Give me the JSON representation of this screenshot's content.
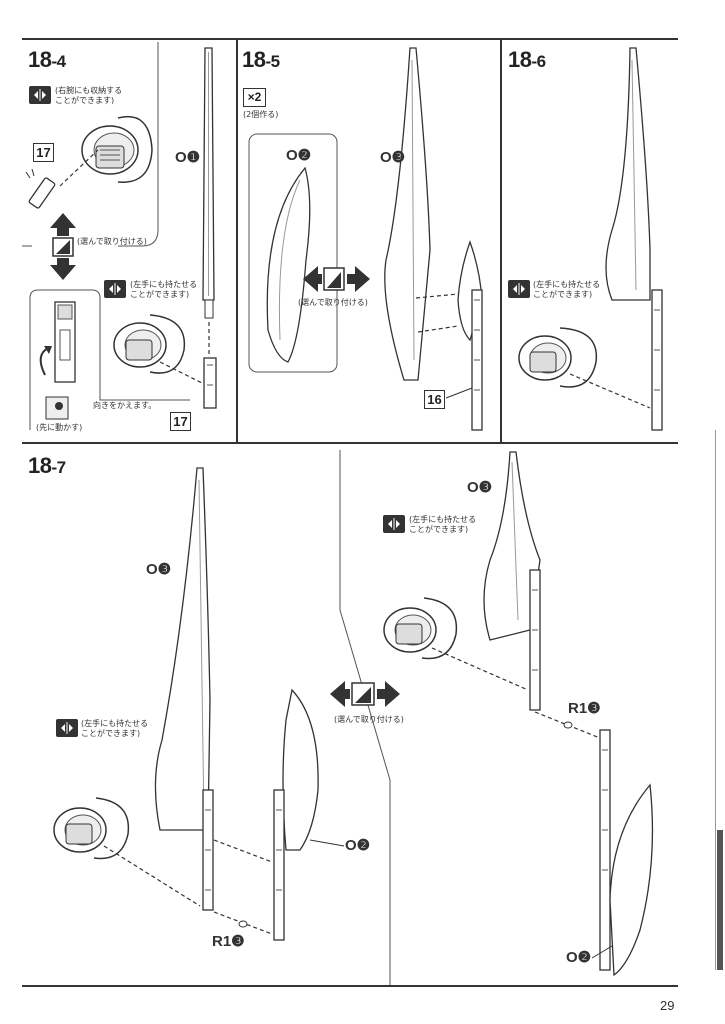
{
  "page_number": "29",
  "steps": {
    "s184": {
      "label_main": "18",
      "label_sub": "-4",
      "note_store": "(右腕にも収納する\nことができます)",
      "note_choose": "(選んで取り付ける)",
      "note_left": "(左手にも持たせる\nことができます)",
      "note_rotate": "向きをかえます。",
      "note_first": "(先に動かす)",
      "part_o1": "O❶",
      "box_17a": "17",
      "box_17b": "17"
    },
    "s185": {
      "label_main": "18",
      "label_sub": "-5",
      "count": "×2",
      "count_note": "(2個作る)",
      "part_o2": "O❷",
      "part_o3": "O❸",
      "note_choose": "(選んで取り付ける)",
      "box_16": "16"
    },
    "s186": {
      "label_main": "18",
      "label_sub": "-6",
      "note_left": "(左手にも持たせる\nことができます)"
    },
    "s187": {
      "label_main": "18",
      "label_sub": "-7",
      "part_o3_left": "O❸",
      "part_o2_left": "O❷",
      "part_r1_left": "R1❸",
      "note_left_a": "(左手にも持たせる\nことができます)",
      "note_left_b": "(左手にも持たせる\nことができます)",
      "note_choose": "(選んで取り付ける)",
      "part_o3_right": "O❸",
      "part_r1_right": "R1❸",
      "part_o2_right": "O❷"
    }
  },
  "colors": {
    "ink": "#333333",
    "shade": "#888888",
    "light": "#dddddd"
  }
}
